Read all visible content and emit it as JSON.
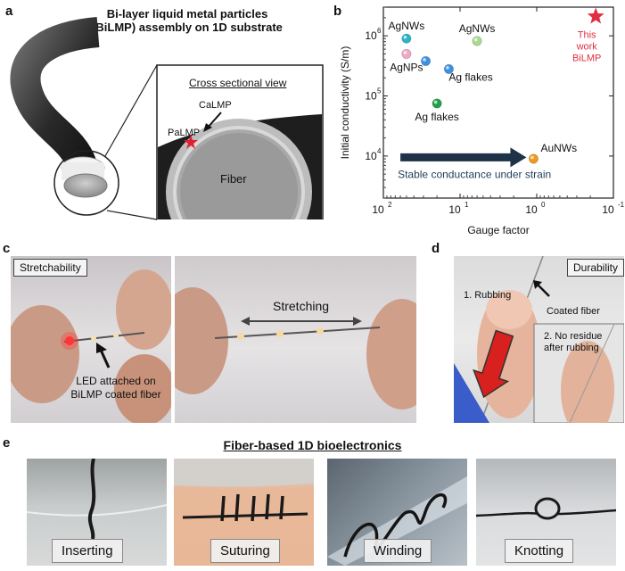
{
  "panels": {
    "a": {
      "letter": "a",
      "title": "Bi-layer liquid metal particles (BiLMP) assembly on 1D substrate",
      "inset_title": "Cross sectional view",
      "calmp_label": "CaLMP",
      "palmp_label": "PaLMP",
      "fiber_label": "Fiber"
    },
    "b": {
      "letter": "b"
    },
    "c": {
      "letter": "c",
      "box_label": "Stretchability",
      "stretch_label": "Stretching",
      "led_label_line1": "LED attached on",
      "led_label_line2": "BiLMP coated fiber"
    },
    "d": {
      "letter": "d",
      "box_label": "Durability",
      "rubbing_label": "1. Rubbing",
      "coated_label": "Coated fiber",
      "residue_line1": "2. No residue",
      "residue_line2": "after rubbing"
    },
    "e": {
      "letter": "e",
      "title": "Fiber-based 1D bioelectronics",
      "items": [
        "Inserting",
        "Suturing",
        "Winding",
        "Knotting"
      ]
    }
  },
  "chart_data": {
    "type": "scatter",
    "xlabel": "Gauge factor",
    "ylabel": "Initial conductivity (S/m)",
    "x_scale": "log",
    "y_scale": "log",
    "x_reversed": true,
    "xlim": [
      100,
      0.1
    ],
    "ylim": [
      2000,
      3000000
    ],
    "x_ticks": [
      {
        "value": 100,
        "label": "10",
        "exp": "2"
      },
      {
        "value": 10,
        "label": "10",
        "exp": "1"
      },
      {
        "value": 1,
        "label": "10",
        "exp": "0"
      },
      {
        "value": 0.1,
        "label": "10",
        "exp": "-1"
      }
    ],
    "y_ticks": [
      {
        "value": 10000,
        "label": "10",
        "exp": "4"
      },
      {
        "value": 100000,
        "label": "10",
        "exp": "5"
      },
      {
        "value": 1000000,
        "label": "10",
        "exp": "6"
      }
    ],
    "points": [
      {
        "label": "AgNWs",
        "x": 50,
        "y": 900000,
        "color": "#2bb3c9",
        "marker": "circle",
        "label_pos": "above"
      },
      {
        "label": "AgNPs",
        "x": 50,
        "y": 500000,
        "color": "#f2a7c8",
        "marker": "circle",
        "label_pos": "below"
      },
      {
        "label": "",
        "x": 28,
        "y": 380000,
        "color": "#3d8fe0",
        "marker": "circle",
        "label_pos": "none"
      },
      {
        "label": "AgNWs",
        "x": 6,
        "y": 820000,
        "color": "#a8dc8c",
        "marker": "circle",
        "label_pos": "above"
      },
      {
        "label": "Ag flakes",
        "x": 14,
        "y": 280000,
        "color": "#3d8fe0",
        "marker": "circle",
        "label_pos": "hidden"
      },
      {
        "label": "Ag flakes",
        "x": 20,
        "y": 75000,
        "color": "#22a04a",
        "marker": "circle",
        "label_pos": "below"
      },
      {
        "label": "AuNWs",
        "x": 1.1,
        "y": 9000,
        "color": "#f09a1c",
        "marker": "circle",
        "label_pos": "right"
      },
      {
        "label": "This work BiLMP",
        "x": 0.17,
        "y": 2100000,
        "color": "#e03040",
        "marker": "star",
        "label_pos": "below"
      }
    ],
    "annotation": "Stable conductance under strain"
  }
}
